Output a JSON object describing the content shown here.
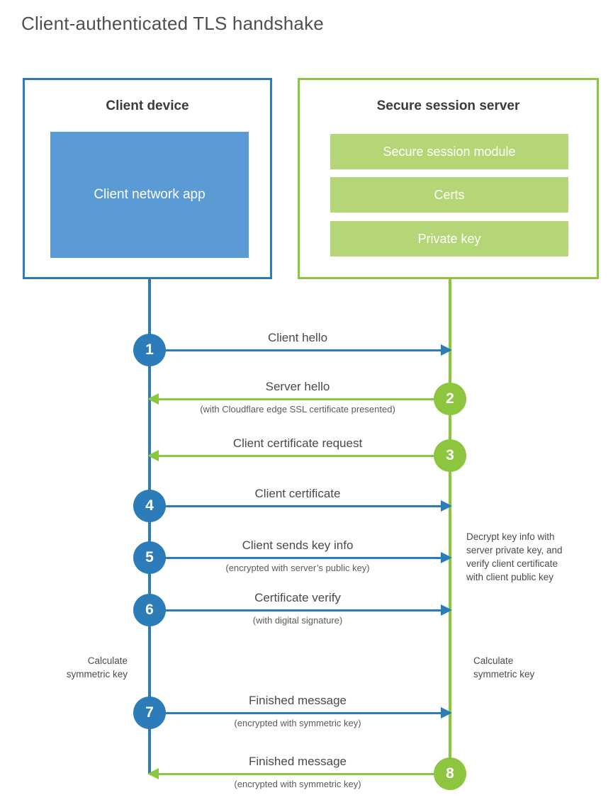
{
  "page": {
    "title": "Client-authenticated TLS handshake"
  },
  "colors": {
    "client_accent": "#2b7cb9",
    "server_accent": "#8cc63f",
    "client_app_fill": "#5b9bd5",
    "server_bar_fill": "#b5d677",
    "title_text": "#4f4f4f",
    "body_text": "#4a4a4a"
  },
  "client": {
    "heading": "Client device",
    "app_label": "Client network\napp"
  },
  "server": {
    "heading": "Secure session server",
    "bars": [
      {
        "label": "Secure session module"
      },
      {
        "label": "Certs"
      },
      {
        "label": "Private key"
      }
    ]
  },
  "steps": [
    {
      "number": "1",
      "label": "Client hello",
      "sublabel": "",
      "direction": "client-to-server",
      "color": "#2b7cb9"
    },
    {
      "number": "2",
      "label": "Server hello",
      "sublabel": "(with Cloudflare edge SSL certificate presented)",
      "direction": "server-to-client",
      "color": "#8cc63f"
    },
    {
      "number": "3",
      "label": "Client certificate request",
      "sublabel": "",
      "direction": "server-to-client",
      "color": "#8cc63f"
    },
    {
      "number": "4",
      "label": "Client certificate",
      "sublabel": "",
      "direction": "client-to-server",
      "color": "#2b7cb9"
    },
    {
      "number": "5",
      "label": "Client sends key info",
      "sublabel": "(encrypted with server’s public key)",
      "direction": "client-to-server",
      "color": "#2b7cb9"
    },
    {
      "number": "6",
      "label": "Certificate verify",
      "sublabel": "(with digital signature)",
      "direction": "client-to-server",
      "color": "#2b7cb9"
    },
    {
      "number": "7",
      "label": "Finished message",
      "sublabel": "(encrypted with symmetric key)",
      "direction": "client-to-server",
      "color": "#2b7cb9"
    },
    {
      "number": "8",
      "label": "Finished message",
      "sublabel": "(encrypted with symmetric key)",
      "direction": "server-to-client",
      "color": "#8cc63f"
    }
  ],
  "annotations": {
    "server_decrypt": "Decrypt key info with\nserver private key, and\nverify client certificate\nwith client public key",
    "client_symmetric": "Calculate\nsymmetric key",
    "server_symmetric": "Calculate\nsymmetric key"
  }
}
